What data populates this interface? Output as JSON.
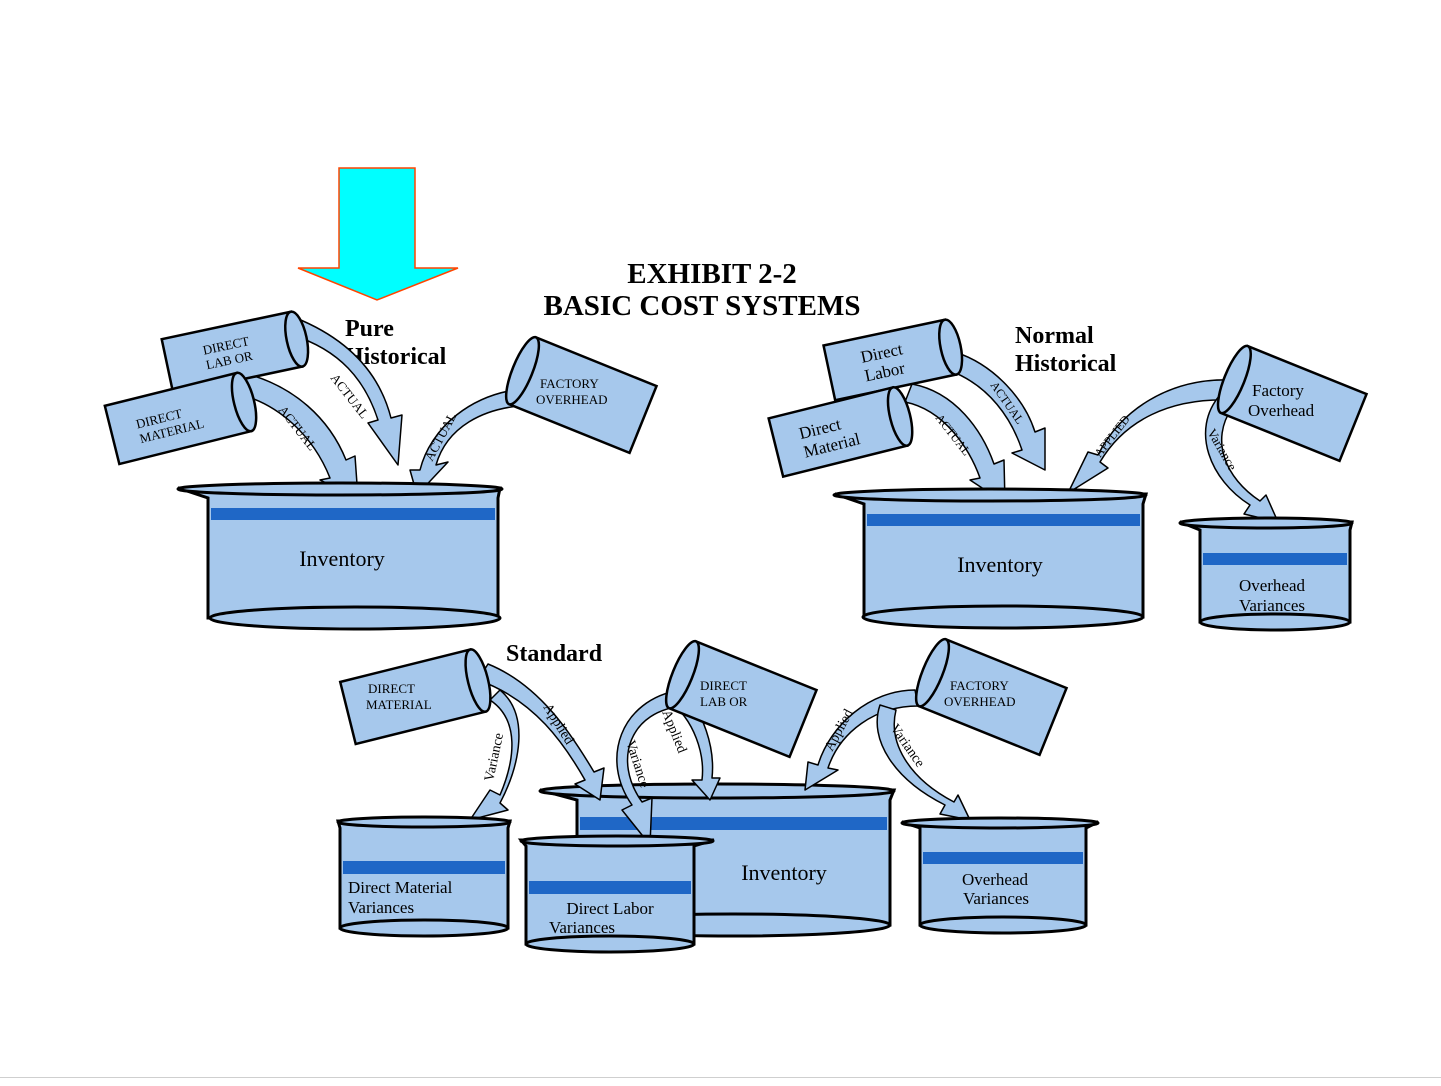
{
  "title": {
    "line1": "EXHIBIT 2-2",
    "line2": "BASIC COST SYSTEMS"
  },
  "colors": {
    "pointer_fill": "#00ffff",
    "pointer_stroke": "#ff4500",
    "vessel_fill": "#a6c8ec",
    "liquid_fill": "#1f67c6",
    "arrow_fill": "#a6c8ec",
    "outline": "#000000"
  },
  "pointer": {
    "icon": "down-arrow-icon"
  },
  "pure": {
    "heading": [
      "Pure",
      "Historical"
    ],
    "labor_cup": [
      "DIRECT",
      "LAB OR"
    ],
    "material_cup": [
      "DIRECT",
      "MATERIAL"
    ],
    "overhead_cup": [
      "FACTORY",
      "OVERHEAD"
    ],
    "flow_labor": "ACTUAL",
    "flow_material": "ACTUAL",
    "flow_overhead": "ACTUAL",
    "inventory": "Inventory"
  },
  "normal": {
    "heading": [
      "Normal",
      "Historical"
    ],
    "labor_cup": [
      "Direct",
      "Labor"
    ],
    "material_cup": [
      "Direct",
      "Material"
    ],
    "overhead_cup": [
      "Factory",
      "Overhead"
    ],
    "flow_labor": "ACTUAL",
    "flow_material": "ACTUAL",
    "flow_applied": "APPLIED",
    "flow_variance": "Variance",
    "inventory": "Inventory",
    "variances": [
      "Overhead",
      "Variances"
    ]
  },
  "standard": {
    "heading": "Standard",
    "material_cup": [
      "DIRECT",
      "MATERIAL"
    ],
    "labor_cup": [
      "DIRECT",
      "LAB OR"
    ],
    "overhead_cup": [
      "FACTORY",
      "OVERHEAD"
    ],
    "flow_dm_variance": "Variance",
    "flow_dm_applied": "Applied",
    "flow_dl_variance": "Variance",
    "flow_dl_applied": "Applied",
    "flow_oh_applied": "Applied",
    "flow_oh_variance": "Variance",
    "inventory": "Inventory",
    "dm_variances": [
      "Direct Material",
      "Variances"
    ],
    "dl_variances": [
      "Direct Labor",
      "Variances"
    ],
    "oh_variances": [
      "Overhead",
      "Variances"
    ]
  }
}
